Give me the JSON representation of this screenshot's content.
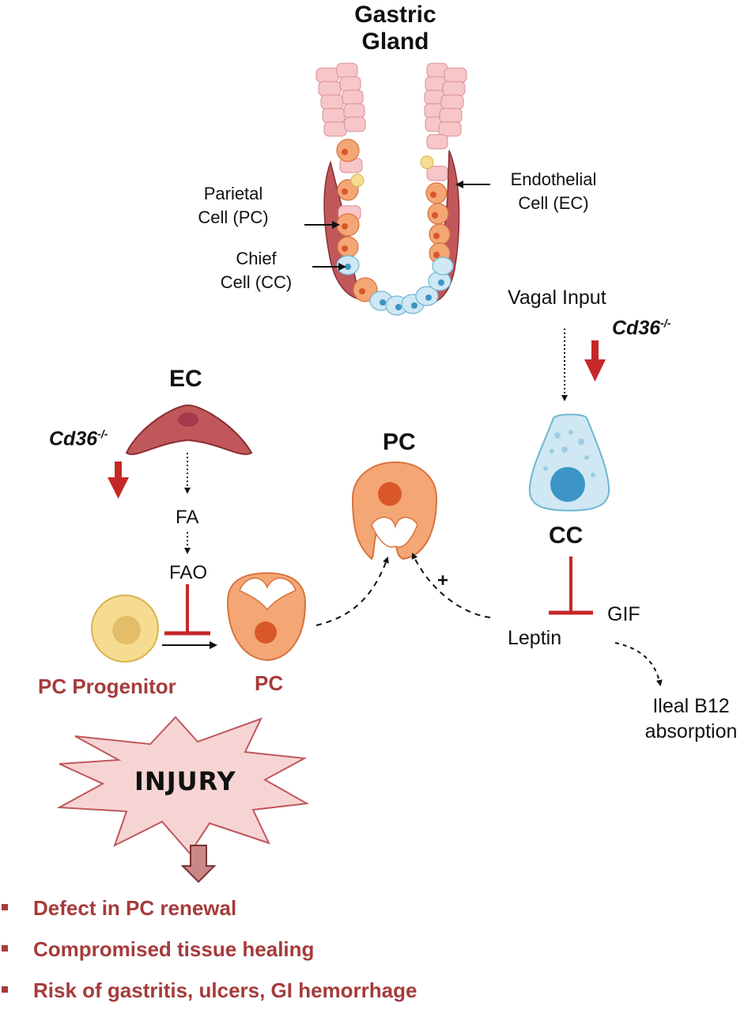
{
  "gland": {
    "title_line1": "Gastric",
    "title_line2": "Gland",
    "parietal_label_line1": "Parietal",
    "parietal_label_line2": "Cell (PC)",
    "chief_label_line1": "Chief",
    "chief_label_line2": "Cell (CC)",
    "endothelial_label_line1": "Endothelial",
    "endothelial_label_line2": "Cell (EC)"
  },
  "left_pathway": {
    "ec_title": "EC",
    "knockout_prefix": "Cd36",
    "knockout_sup": "-/-",
    "fa": "FA",
    "fao": "FAO",
    "progenitor_label": "PC Progenitor",
    "pc_label": "PC"
  },
  "center": {
    "pc_title": "PC",
    "plus": "+"
  },
  "right_pathway": {
    "vagal_input": "Vagal Input",
    "knockout_prefix": "Cd36",
    "knockout_sup": "-/-",
    "cc_title": "CC",
    "gif": "GIF",
    "leptin": "Leptin",
    "b12_line1": "Ileal B12",
    "b12_line2": "absorption"
  },
  "injury": {
    "label": "INJURY"
  },
  "consequences": [
    "Defect in PC renewal",
    "Compromised tissue healing",
    "Risk of gastritis, ulcers, GI hemorrhage"
  ],
  "colors": {
    "accent_red": "#a63b3b",
    "inhibit_red": "#c62828",
    "parietal_orange": "#f4a675",
    "chief_blue": "#cfe8f3",
    "endothelial": "#c0575b",
    "progenitor_yellow": "#f6dc91",
    "injury_fill": "#f7d4d4"
  }
}
